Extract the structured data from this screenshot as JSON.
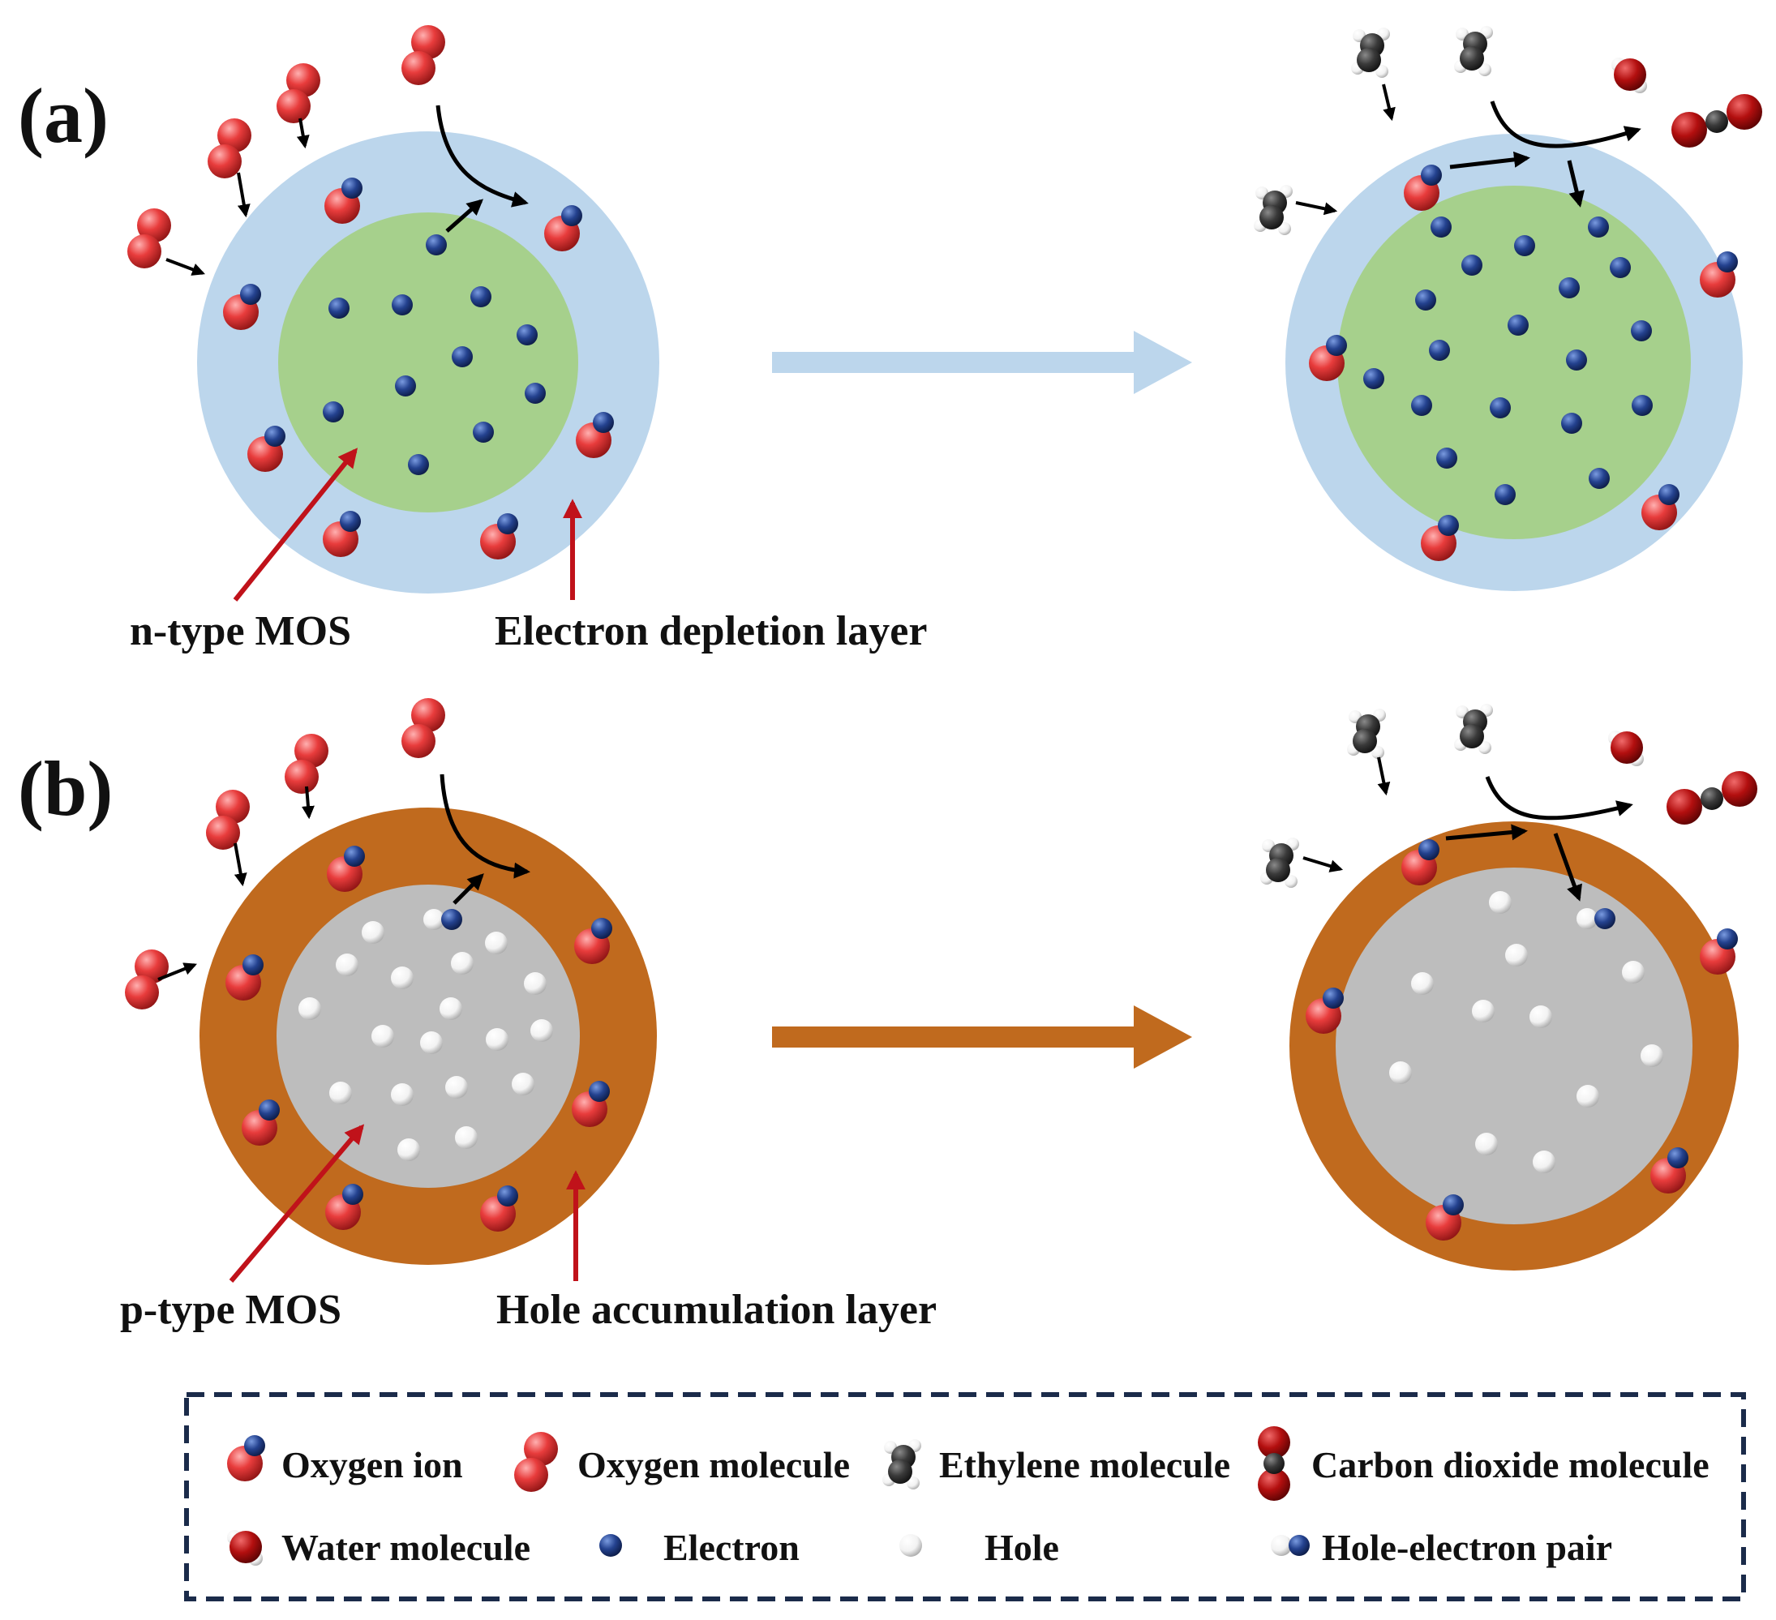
{
  "panels": [
    {
      "id": "a",
      "label": "(a)",
      "core_label": "n-type MOS",
      "shell_label": "Electron depletion layer",
      "shell_color": "#bcd6ec",
      "core_color": "#a6d08c",
      "arrow_color": "#bcd6ec"
    },
    {
      "id": "b",
      "label": "(b)",
      "core_label": "p-type MOS",
      "shell_label": "Hole accumulation layer",
      "shell_color": "#c06a1e",
      "core_color": "#bdbdbd",
      "arrow_color": "#c06a1e"
    }
  ],
  "legend": {
    "items": [
      {
        "label": "Oxygen ion",
        "icon": "oxygen-ion-icon"
      },
      {
        "label": "Oxygen molecule",
        "icon": "oxygen-molecule-icon"
      },
      {
        "label": "Ethylene molecule",
        "icon": "ethylene-molecule-icon"
      },
      {
        "label": "Carbon dioxide molecule",
        "icon": "carbon-dioxide-molecule-icon"
      },
      {
        "label": "Water molecule",
        "icon": "water-molecule-icon"
      },
      {
        "label": "Electron",
        "icon": "electron-icon"
      },
      {
        "label": "Hole",
        "icon": "hole-icon"
      },
      {
        "label": "Hole-electron pair",
        "icon": "hole-electron-pair-icon"
      }
    ],
    "border_color": "#1b2b4a"
  },
  "colors": {
    "oxygen": "#e23b3b",
    "electron": "#1f3f8c",
    "hole": "#f2f2f2",
    "carbon": "#333333",
    "co2_oxygen": "#b31010",
    "pointer": "#c0121a",
    "flow": "#000000"
  }
}
